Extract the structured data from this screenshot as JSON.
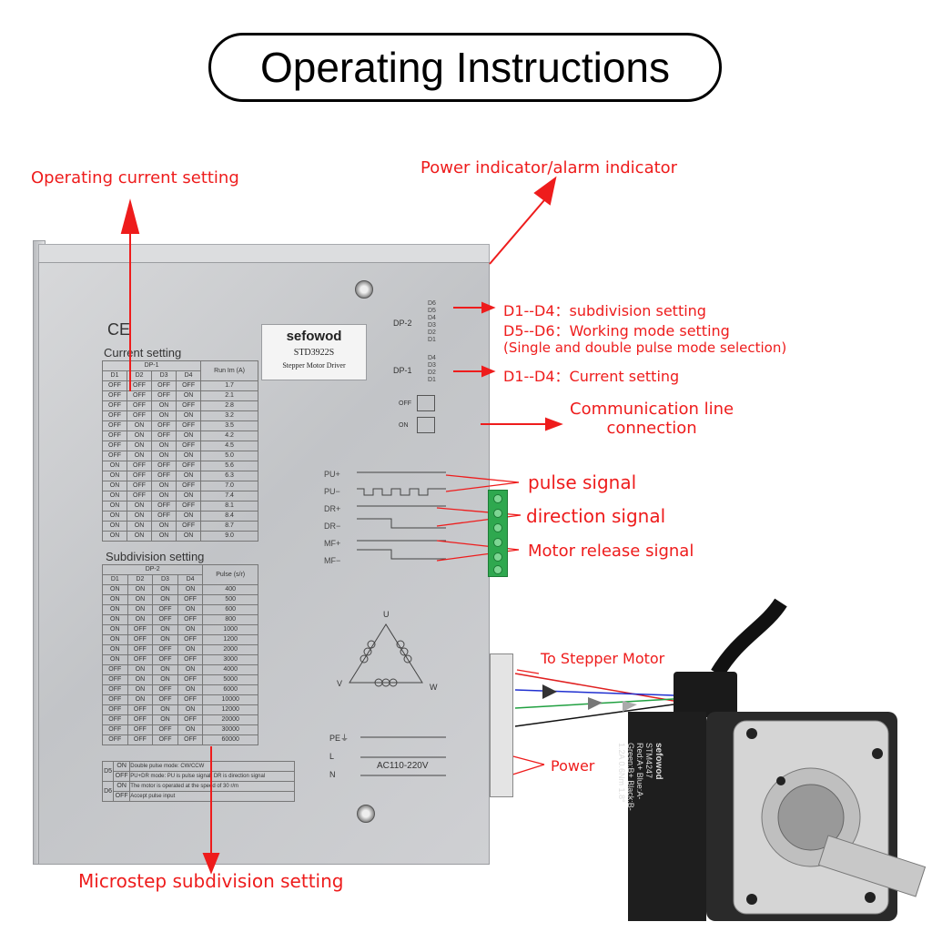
{
  "title": "Operating Instructions",
  "annotations": {
    "operating_current": "Operating current setting",
    "power_indicator": "Power indicator/alarm indicator",
    "d1_d4_subdivision": "D1--D4：subdivision setting",
    "d5_d6_mode": "D5--D6：Working mode setting",
    "pulse_mode_selection": "(Single and double pulse mode selection)",
    "d1_d4_current": "D1--D4：Current setting",
    "communication_line_1": "Communication line",
    "communication_line_2": "connection",
    "pulse_signal": "pulse signal",
    "direction_signal": "direction signal",
    "motor_release_signal": "Motor release signal",
    "to_stepper_motor": "To Stepper Motor",
    "power": "Power",
    "microstep": "Microstep subdivision setting"
  },
  "driver": {
    "brand": "sefowod",
    "model": "STD3922S",
    "subtitle": "Stepper Motor Driver",
    "ce": "CE",
    "current_section": "Current setting",
    "subdivision_section": "Subdivision setting",
    "dp2": "DP-2",
    "dp1": "DP-1",
    "dp2_pins": [
      "D6",
      "D5",
      "D4",
      "D3",
      "D2",
      "D1"
    ],
    "dp1_pins": [
      "D4",
      "D3",
      "D2",
      "D1"
    ],
    "off_label": "OFF",
    "on_label": "ON",
    "signals": [
      "PU+",
      "PU−",
      "DR+",
      "DR−",
      "MF+",
      "MF−"
    ],
    "phase_u": "U",
    "phase_v": "V",
    "phase_w": "W",
    "pe": "PE⏚",
    "l": "L",
    "n": "N",
    "ac": "AC110-220V"
  },
  "current_table": {
    "group": "DP-1",
    "headers": [
      "D1",
      "D2",
      "D3",
      "D4"
    ],
    "value_header": "Run Im (A)",
    "rows": [
      [
        "OFF",
        "OFF",
        "OFF",
        "OFF",
        "1.7"
      ],
      [
        "OFF",
        "OFF",
        "OFF",
        "ON",
        "2.1"
      ],
      [
        "OFF",
        "OFF",
        "ON",
        "OFF",
        "2.8"
      ],
      [
        "OFF",
        "OFF",
        "ON",
        "ON",
        "3.2"
      ],
      [
        "OFF",
        "ON",
        "OFF",
        "OFF",
        "3.5"
      ],
      [
        "OFF",
        "ON",
        "OFF",
        "ON",
        "4.2"
      ],
      [
        "OFF",
        "ON",
        "ON",
        "OFF",
        "4.5"
      ],
      [
        "OFF",
        "ON",
        "ON",
        "ON",
        "5.0"
      ],
      [
        "ON",
        "OFF",
        "OFF",
        "OFF",
        "5.6"
      ],
      [
        "ON",
        "OFF",
        "OFF",
        "ON",
        "6.3"
      ],
      [
        "ON",
        "OFF",
        "ON",
        "OFF",
        "7.0"
      ],
      [
        "ON",
        "OFF",
        "ON",
        "ON",
        "7.4"
      ],
      [
        "ON",
        "ON",
        "OFF",
        "OFF",
        "8.1"
      ],
      [
        "ON",
        "ON",
        "OFF",
        "ON",
        "8.4"
      ],
      [
        "ON",
        "ON",
        "ON",
        "OFF",
        "8.7"
      ],
      [
        "ON",
        "ON",
        "ON",
        "ON",
        "9.0"
      ]
    ]
  },
  "subdivision_table": {
    "group": "DP-2",
    "headers": [
      "D1",
      "D2",
      "D3",
      "D4"
    ],
    "value_header": "Pulse (s/r)",
    "rows": [
      [
        "ON",
        "ON",
        "ON",
        "ON",
        "400"
      ],
      [
        "ON",
        "ON",
        "ON",
        "OFF",
        "500"
      ],
      [
        "ON",
        "ON",
        "OFF",
        "ON",
        "600"
      ],
      [
        "ON",
        "ON",
        "OFF",
        "OFF",
        "800"
      ],
      [
        "ON",
        "OFF",
        "ON",
        "ON",
        "1000"
      ],
      [
        "ON",
        "OFF",
        "ON",
        "OFF",
        "1200"
      ],
      [
        "ON",
        "OFF",
        "OFF",
        "ON",
        "2000"
      ],
      [
        "ON",
        "OFF",
        "OFF",
        "OFF",
        "3000"
      ],
      [
        "OFF",
        "ON",
        "ON",
        "ON",
        "4000"
      ],
      [
        "OFF",
        "ON",
        "ON",
        "OFF",
        "5000"
      ],
      [
        "OFF",
        "ON",
        "OFF",
        "ON",
        "6000"
      ],
      [
        "OFF",
        "ON",
        "OFF",
        "OFF",
        "10000"
      ],
      [
        "OFF",
        "OFF",
        "ON",
        "ON",
        "12000"
      ],
      [
        "OFF",
        "OFF",
        "ON",
        "OFF",
        "20000"
      ],
      [
        "OFF",
        "OFF",
        "OFF",
        "ON",
        "30000"
      ],
      [
        "OFF",
        "OFF",
        "OFF",
        "OFF",
        "60000"
      ]
    ]
  },
  "mode_table": [
    {
      "pin": "D5",
      "state": "ON",
      "text": "Double pulse mode: CW/CCW"
    },
    {
      "pin": "D5",
      "state": "OFF",
      "text": "PU+DR mode: PU is pulse signal, DR is direction signal"
    },
    {
      "pin": "D6",
      "state": "ON",
      "text": "The motor is operated at the speed of 30 r/m"
    },
    {
      "pin": "D6",
      "state": "OFF",
      "text": "Accept pulse input"
    }
  ],
  "motor": {
    "brand": "sefowod",
    "model": "STM4247",
    "label_line1": "Red:A+ Blue:A-",
    "label_line2": "Green:B+ Black:B-",
    "label_line3": "1.2A 0.6Nm 1.8°"
  },
  "colors": {
    "annotation": "#ee1c1c",
    "terminal": "#2fa84f",
    "wire_red": "#e02020",
    "wire_blue": "#2030d0",
    "wire_green": "#20a040",
    "wire_black": "#111111"
  }
}
